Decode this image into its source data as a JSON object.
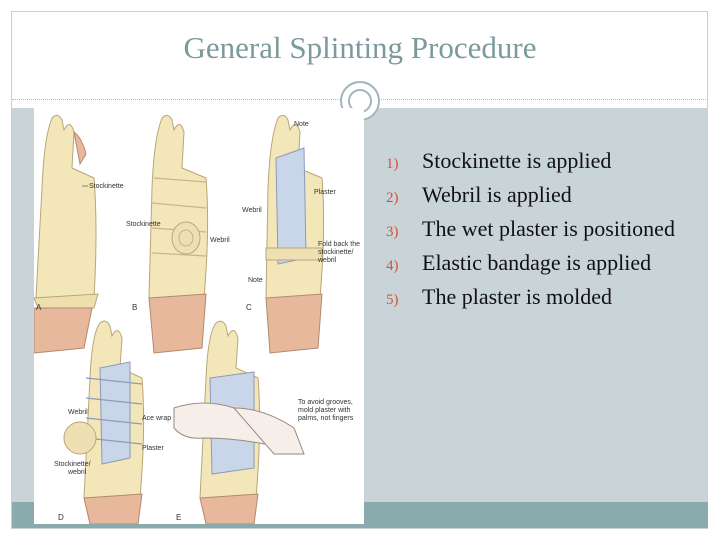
{
  "slide": {
    "title": "General Splinting Procedure"
  },
  "steps": [
    {
      "number": "1)",
      "text": "Stockinette is applied"
    },
    {
      "number": "2)",
      "text": "Webril is applied"
    },
    {
      "number": "3)",
      "text": "The wet plaster is positioned"
    },
    {
      "number": "4)",
      "text": "Elastic bandage is applied"
    },
    {
      "number": "5)",
      "text": "The plaster is molded"
    }
  ],
  "figure": {
    "panels": {
      "a": "A",
      "b": "B",
      "c": "C",
      "d": "D",
      "e": "E"
    },
    "labels": {
      "stockinette": "Stockinette",
      "webril": "Webril",
      "plaster": "Plaster",
      "note": "Note",
      "fold_line1": "Fold back the",
      "fold_line2": "stockinette/",
      "fold_line3": "webril",
      "ace_wrap": "Ace wrap",
      "stockinette_webril_line1": "Stockinette/",
      "stockinette_webril_line2": "webril",
      "avoid_line1": "To avoid grooves,",
      "avoid_line2": "mold plaster with",
      "avoid_line3": "palms, not fingers"
    }
  },
  "colors": {
    "title": "#7b9a9b",
    "content_background": "#c9d4d8",
    "footer_band": "#8aabad",
    "list_number": "#d2533a"
  }
}
